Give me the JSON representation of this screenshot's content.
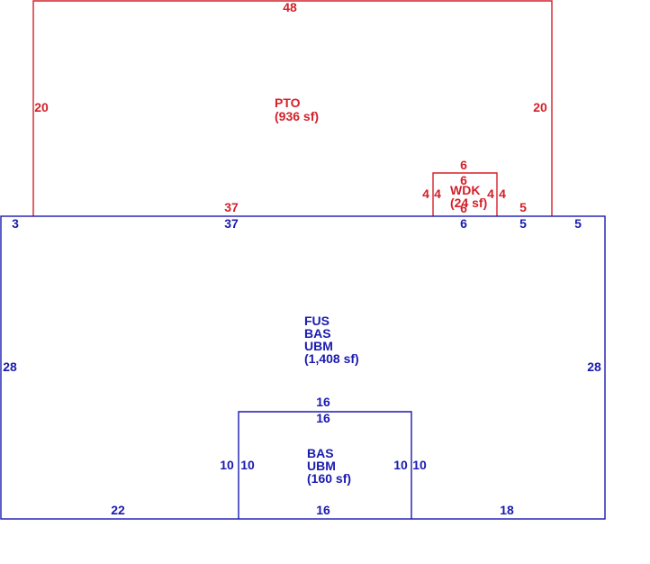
{
  "colors": {
    "pto": "#d4202a",
    "main": "#1a1ab0"
  },
  "areas": {
    "pto": {
      "code": "PTO",
      "area": "(936 sf)",
      "dims": {
        "top": "48",
        "left": "20",
        "right": "20",
        "bottom": "37",
        "bottom_right": "5"
      }
    },
    "wdk": {
      "code": "WDK",
      "area": "(24 sf)",
      "dims": {
        "top": "6",
        "top_inner": "6",
        "left": "4",
        "left_inner": "4",
        "right_inner": "4",
        "right": "4",
        "bottom_inner": "6"
      }
    },
    "main": {
      "codes": [
        "FUS",
        "BAS",
        "UBM"
      ],
      "area": "(1,408 sf)",
      "dims": {
        "top_left": "3",
        "top_mid": "37",
        "top_wdk": "6",
        "top_pto": "5",
        "top_right": "5",
        "left": "28",
        "right": "28",
        "bottom_left": "22",
        "bottom_right": "18"
      }
    },
    "sub": {
      "codes": [
        "BAS",
        "UBM"
      ],
      "area": "(160 sf)",
      "dims": {
        "top_outer": "16",
        "top_inner": "16",
        "left_outer": "10",
        "left_inner": "10",
        "right_inner": "10",
        "right_outer": "10",
        "bottom": "16"
      }
    }
  }
}
